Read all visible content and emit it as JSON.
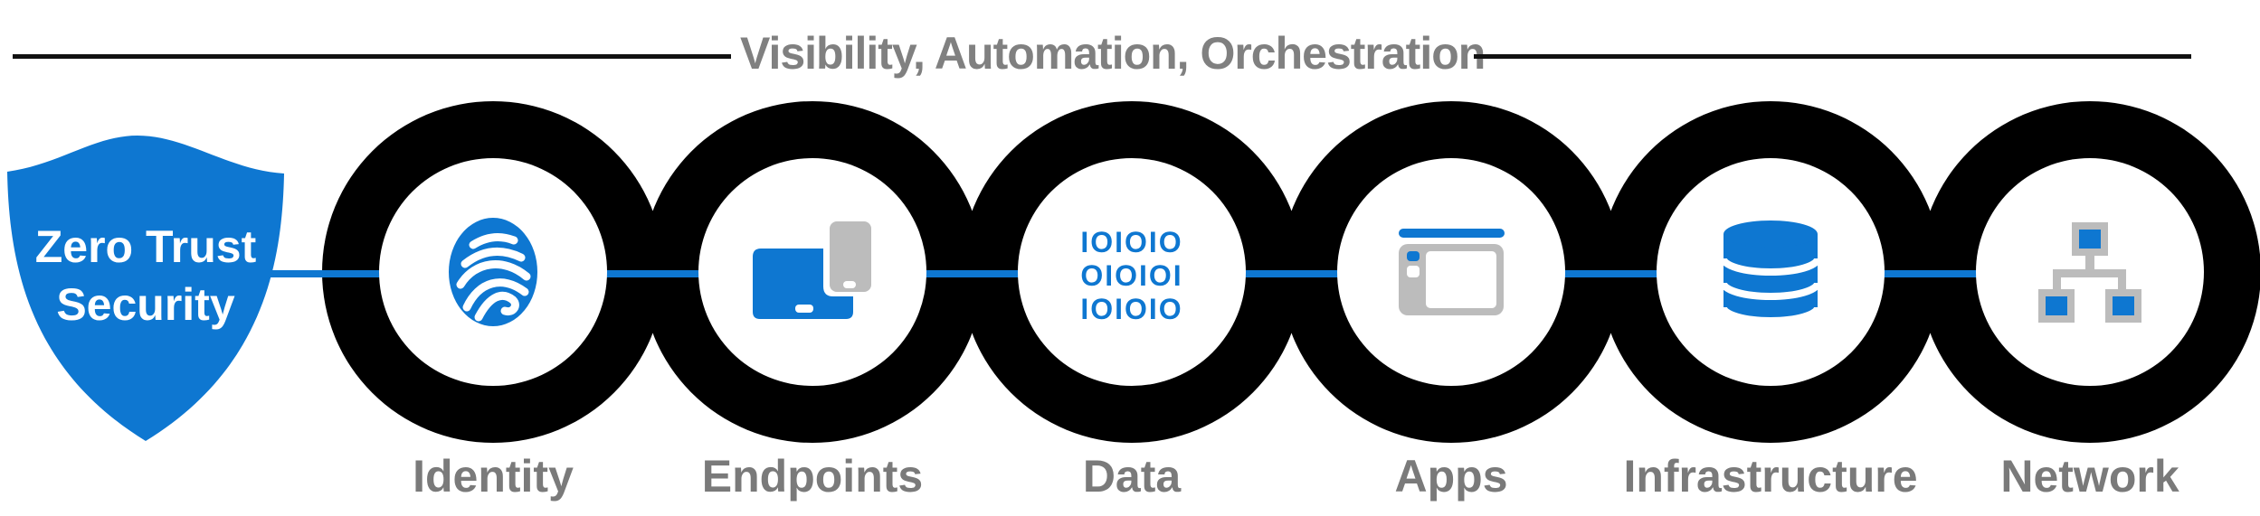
{
  "title": {
    "text": "Visibility, Automation, Orchestration"
  },
  "shield": {
    "name": "zero-trust-security-shield",
    "line1": "Zero Trust",
    "line2": "Security"
  },
  "nodes": [
    {
      "id": "identity",
      "label": "Identity",
      "icon": "fingerprint-icon"
    },
    {
      "id": "endpoints",
      "label": "Endpoints",
      "icon": "devices-icon"
    },
    {
      "id": "data",
      "label": "Data",
      "icon": "binary-data-icon",
      "binary_rows": [
        "101010",
        "010101",
        "101010"
      ]
    },
    {
      "id": "apps",
      "label": "Apps",
      "icon": "app-window-icon"
    },
    {
      "id": "infrastructure",
      "label": "Infrastructure",
      "icon": "database-icon"
    },
    {
      "id": "network",
      "label": "Network",
      "icon": "network-tree-icon"
    }
  ],
  "colors": {
    "accent_blue": "#0e77d1",
    "ring_black": "#000000",
    "title_gray": "#808080",
    "label_gray": "#7a7a7a",
    "icon_gray": "#bcbcbc"
  }
}
